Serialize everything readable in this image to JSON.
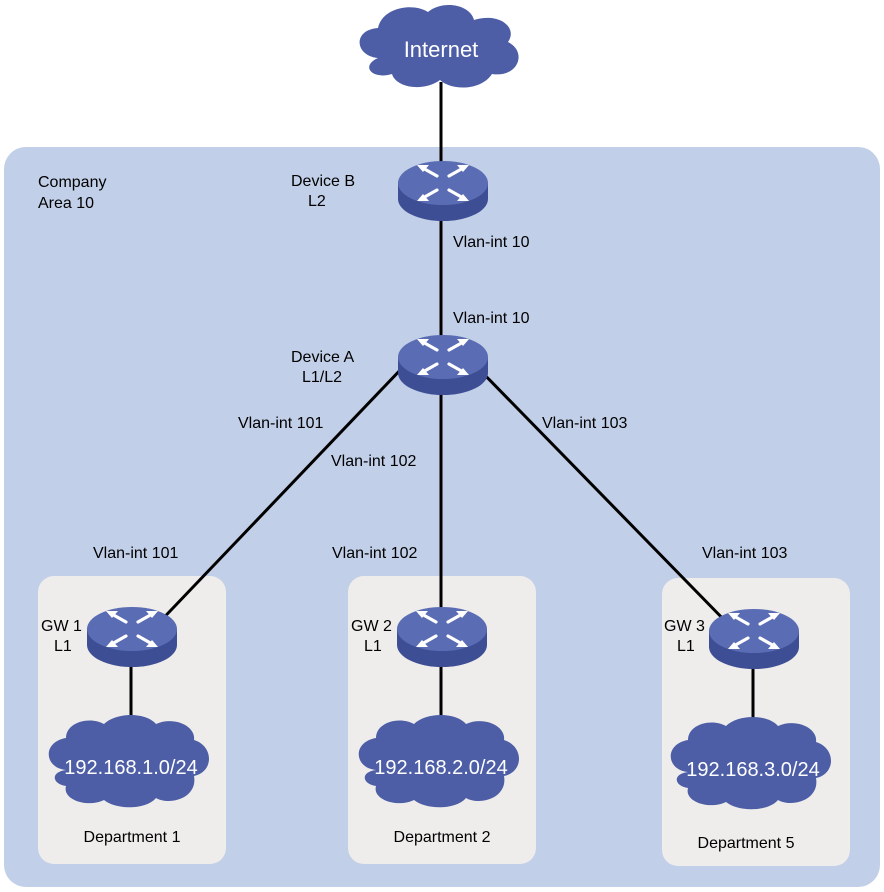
{
  "internet": {
    "label": "Internet"
  },
  "company": {
    "line1": "Company",
    "line2": "Area 10"
  },
  "devices": {
    "device_b": {
      "name": "Device B",
      "level": "L2"
    },
    "device_a": {
      "name": "Device A",
      "level": "L1/L2"
    },
    "gw1": {
      "name": "GW 1",
      "level": "L1"
    },
    "gw2": {
      "name": "GW 2",
      "level": "L1"
    },
    "gw3": {
      "name": "GW 3",
      "level": "L1"
    }
  },
  "interfaces": {
    "b_down": "Vlan-int 10",
    "a_up": "Vlan-int 10",
    "a_101": "Vlan-int 101",
    "a_102": "Vlan-int 102",
    "a_103": "Vlan-int 103",
    "gw1_up": "Vlan-int 101",
    "gw2_up": "Vlan-int 102",
    "gw3_up": "Vlan-int 103"
  },
  "departments": [
    {
      "subnet": "192.168.1.0/24",
      "name": "Department 1"
    },
    {
      "subnet": "192.168.2.0/24",
      "name": "Department 2"
    },
    {
      "subnet": "192.168.3.0/24",
      "name": "Department 5"
    }
  ],
  "colors": {
    "company_area": "#c2cfe8",
    "department_area": "#eeedeb",
    "cloud": "#4d5ea6",
    "device_top": "#5566ad",
    "device_side": "#3d4e94",
    "link": "#000000"
  }
}
